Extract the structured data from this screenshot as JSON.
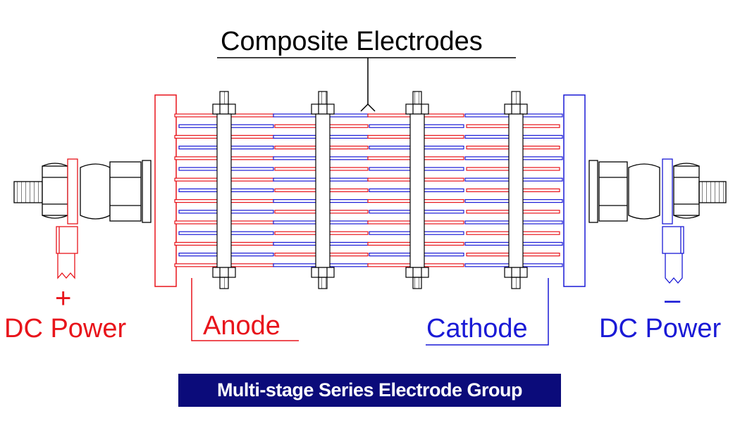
{
  "diagram": {
    "title": "Composite Electrodes",
    "positive_symbol": "+",
    "negative_symbol": "–",
    "dc_power_positive": "DC Power",
    "dc_power_negative": "DC Power",
    "anode_label": "Anode",
    "cathode_label": "Cathode",
    "caption": "Multi-stage Series Electrode Group"
  },
  "colors": {
    "anode": "#e8141b",
    "cathode": "#1a1ad6",
    "line": "#000000",
    "caption_bg": "#0b0b7a"
  }
}
